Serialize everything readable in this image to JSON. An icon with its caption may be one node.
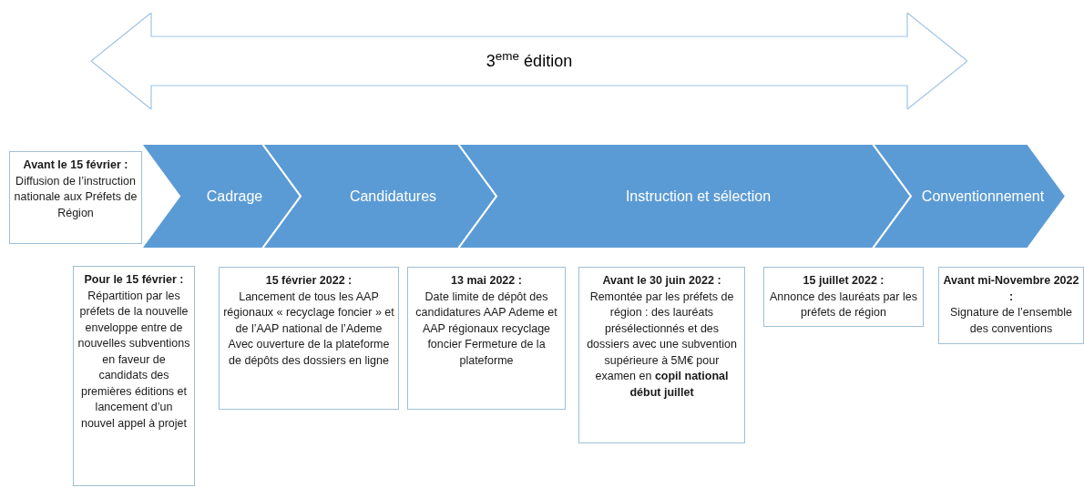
{
  "diagram": {
    "nodes": [
      {
        "text": [
          "3$^{eme}$ édition"
        ]
      },
      {
        "text": [
          "Avant le 15 février :",
          "Diffusion de l’instruction nationale aux Préfets de Région"
        ]
      },
      {
        "text": [
          "Cadrage"
        ]
      },
      {
        "text": [
          "Candidatures"
        ]
      },
      {
        "text": [
          "Instruction et sélection"
        ]
      },
      {
        "text": [
          "Conventionnement"
        ]
      },
      {
        "text": [
          "Pour le 15 février :",
          "Répartition par les préfets de la nouvelle enveloppe entre de nouvelles subventions en faveur de candidats des premières éditions et lancement d’un nouvel appel à projet"
        ]
      },
      {
        "text": [
          "15 février 2022 :",
          "Lancement de tous les AAP régionaux « recyclage foncier » et de l’AAP national de l’Ademe Avec ouverture de la plateforme de dépôts des dossiers en ligne"
        ]
      },
      {
        "text": [
          "13 mai 2022 :",
          "Date limite de dépôt des candidatures AAP Ademe et AAP régionaux recyclage foncier Fermeture de la plateforme"
        ]
      },
      {
        "text": [
          "Avant le 30 juin 2022 :",
          "Remontée par les préfets de région : des lauréats présélectionnés et des dossiers avec une subvention supérieure à 5M€ pour examen en **copil national début juillet**"
        ]
      },
      {
        "text": [
          "15 juillet 2022 :",
          "Annonce des lauréats par les préfets de région"
        ]
      },
      {
        "text": [
          "Avant mi-Novembre 2022 :",
          "Signature de l’ensemble des conventions"
        ]
      }
    ]
  }
}
